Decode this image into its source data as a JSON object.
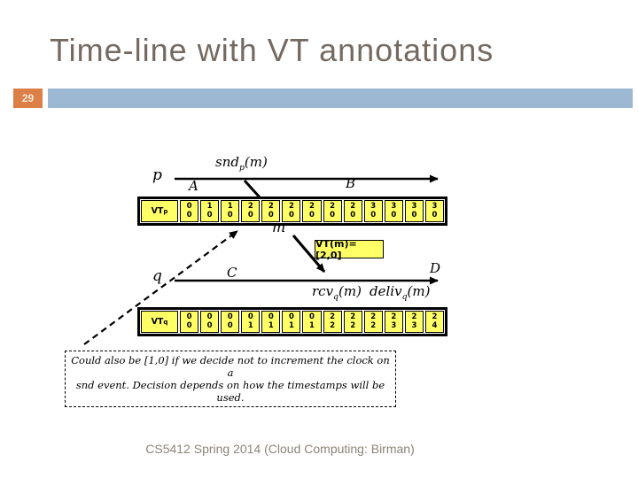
{
  "slide": {
    "title": "Time-line with VT annotations",
    "slide_number": "29",
    "footer": "CS5412 Spring 2014 (Cloud Computing: Birman)"
  },
  "diagram": {
    "message_label": "m",
    "vt_m_box_label": "VT(m)=[2,0]",
    "process_p": {
      "label": "p",
      "event_send": {
        "pre": "snd",
        "sub": "p",
        "post": "(m)"
      },
      "point_a": "A",
      "point_b": "B",
      "vt_label": {
        "pre": "VT",
        "sub": "p"
      },
      "cells": [
        [
          "0",
          "0"
        ],
        [
          "1",
          "0"
        ],
        [
          "1",
          "0"
        ],
        [
          "2",
          "0"
        ],
        [
          "2",
          "0"
        ],
        [
          "2",
          "0"
        ],
        [
          "2",
          "0"
        ],
        [
          "2",
          "0"
        ],
        [
          "2",
          "0"
        ],
        [
          "3",
          "0"
        ],
        [
          "3",
          "0"
        ],
        [
          "3",
          "0"
        ],
        [
          "3",
          "0"
        ]
      ]
    },
    "process_q": {
      "label": "q",
      "event_receive": {
        "pre": "rcv",
        "sub": "q",
        "post": "(m)"
      },
      "event_deliver": {
        "pre": "deliv",
        "sub": "q",
        "post": "(m)"
      },
      "point_c": "C",
      "point_d": "D",
      "vt_label": {
        "pre": "VT",
        "sub": "q"
      },
      "cells": [
        [
          "0",
          "0"
        ],
        [
          "0",
          "0"
        ],
        [
          "0",
          "0"
        ],
        [
          "0",
          "1"
        ],
        [
          "0",
          "1"
        ],
        [
          "0",
          "1"
        ],
        [
          "0",
          "1"
        ],
        [
          "2",
          "2"
        ],
        [
          "2",
          "2"
        ],
        [
          "2",
          "2"
        ],
        [
          "2",
          "3"
        ],
        [
          "2",
          "3"
        ],
        [
          "2",
          "4"
        ]
      ]
    }
  },
  "note": {
    "line1": "Could also be [1,0] if we decide not to increment the clock on a",
    "line2": "snd event.  Decision depends on how the timestamps will be used."
  },
  "colors": {
    "accent_orange": "#DD8047",
    "accent_blue": "#9DB8D2",
    "cell_yellow": "#FFFF66",
    "title_gray": "#756A62",
    "footer_gray": "#8A847B"
  }
}
